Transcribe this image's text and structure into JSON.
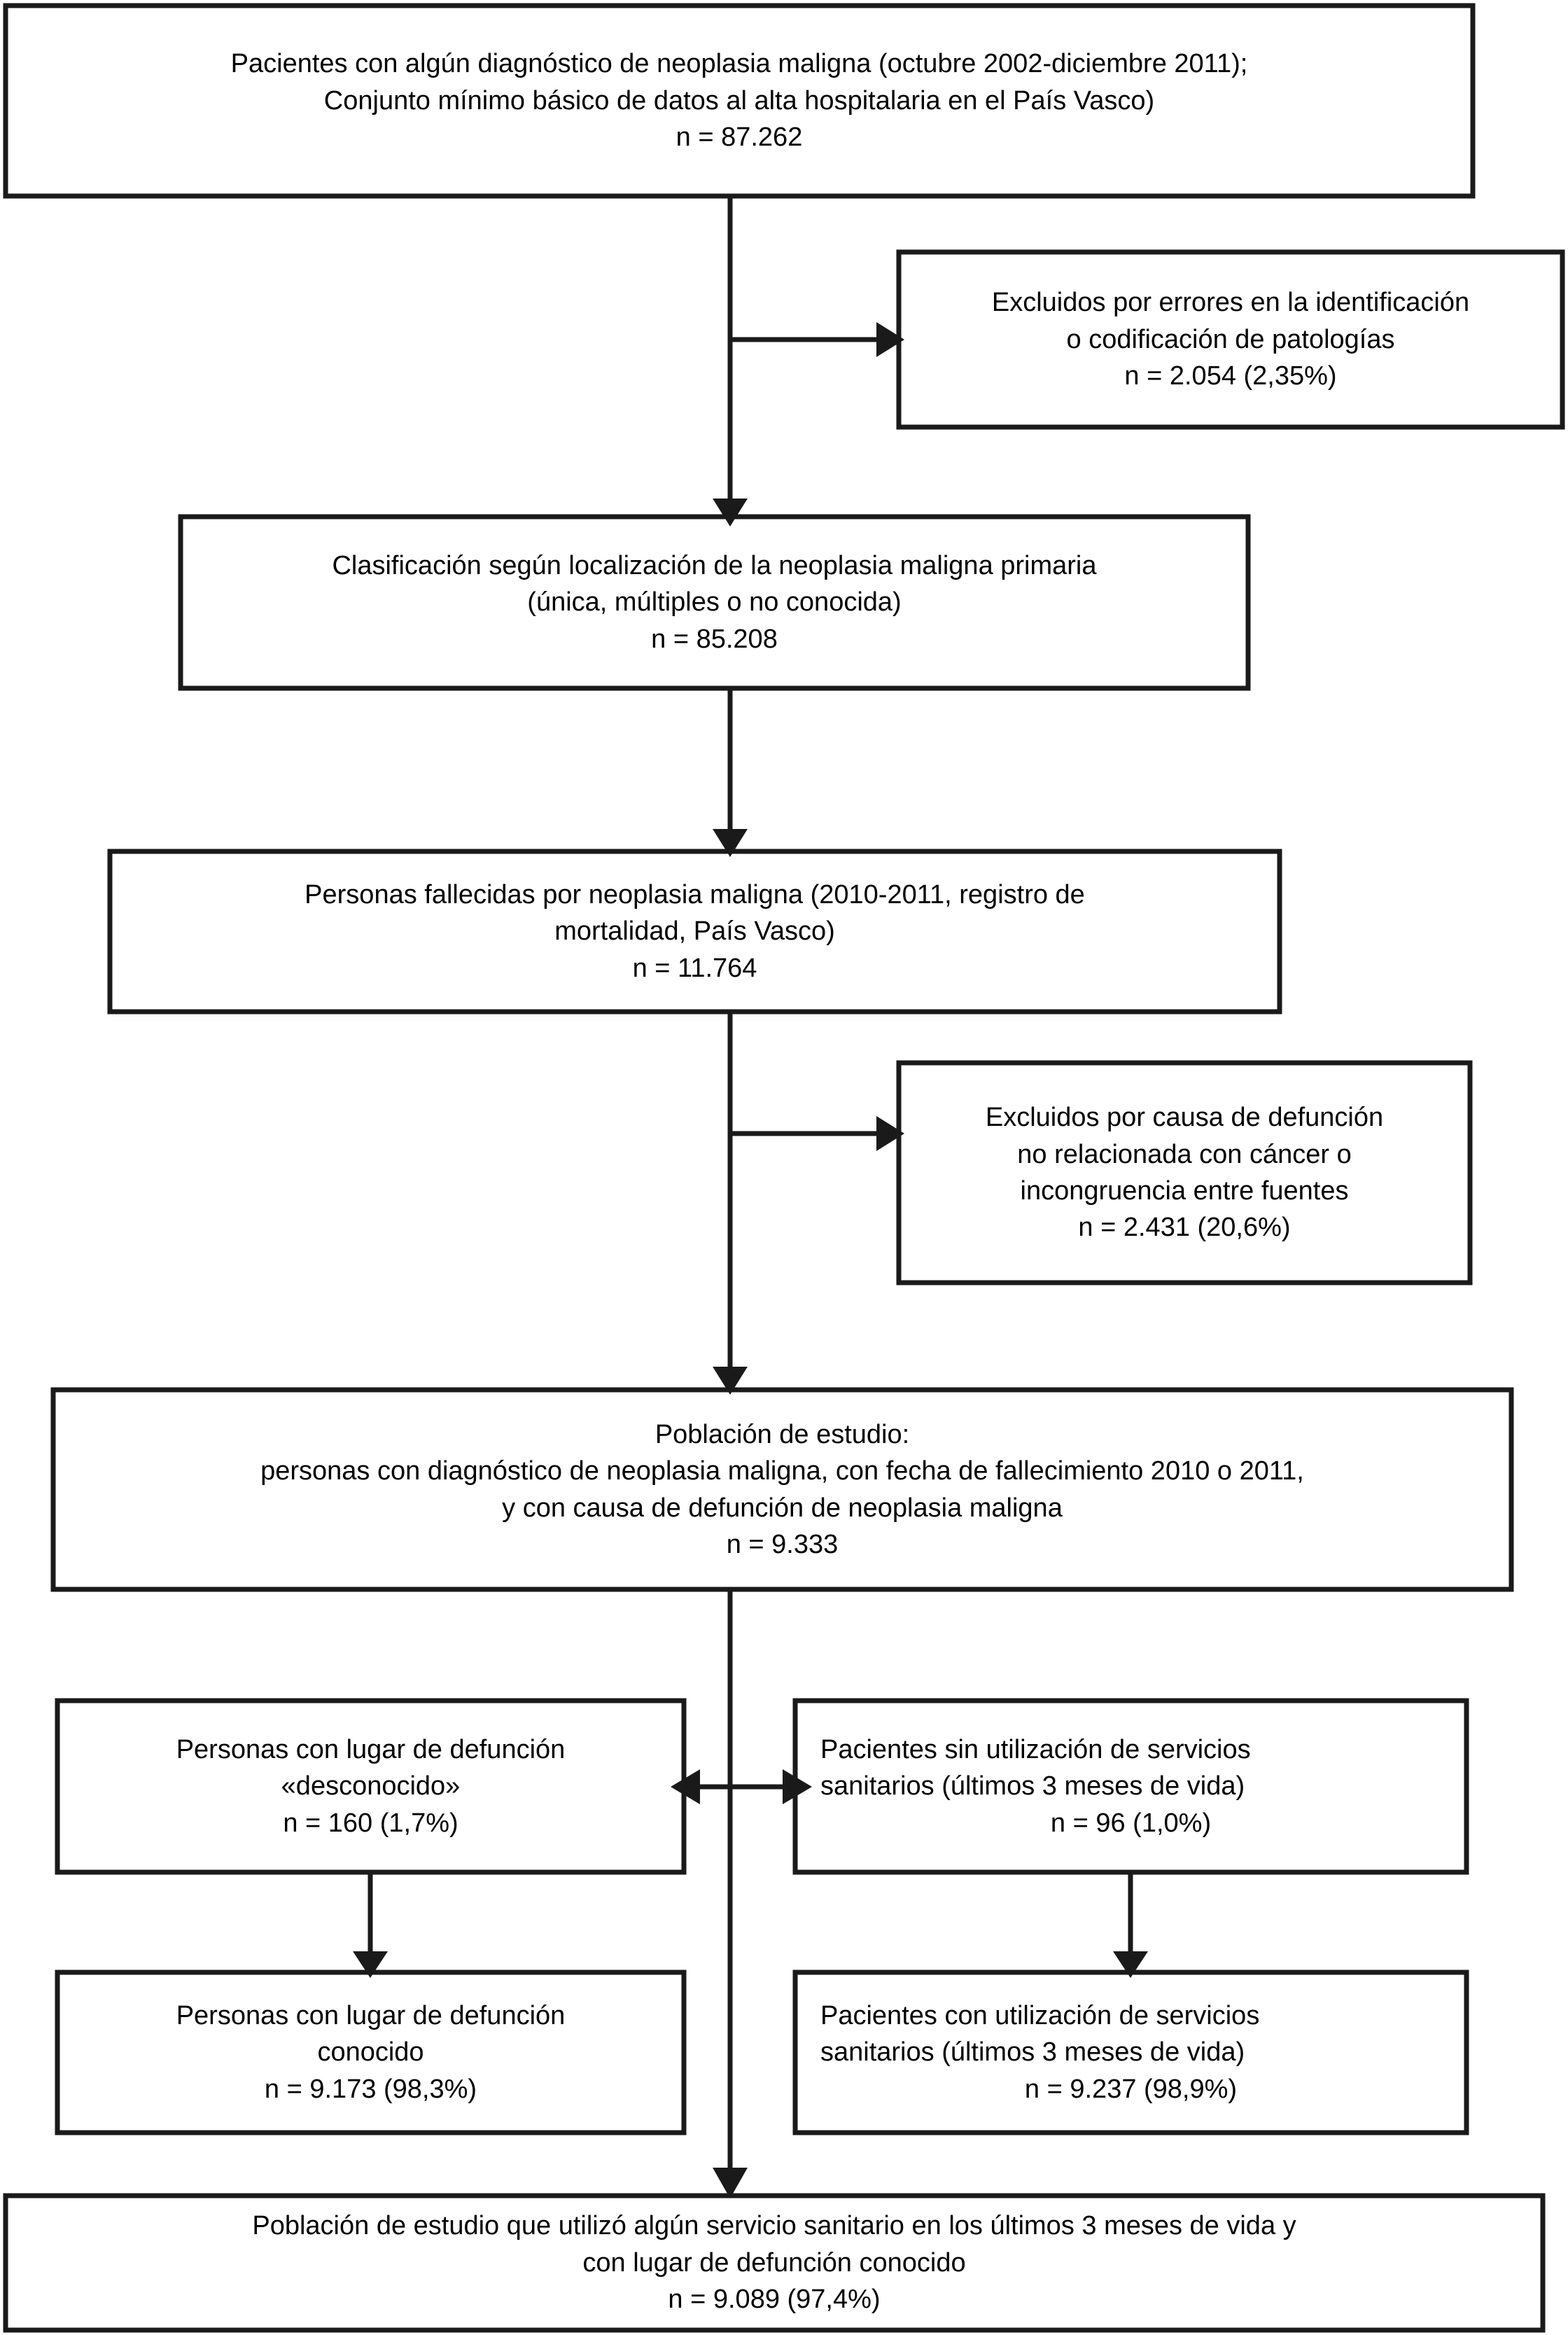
{
  "figure": {
    "type": "flowchart",
    "language": "es",
    "background_color": "#ffffff",
    "line_color": "#1a1a1a",
    "text_color": "#000000"
  },
  "boxes": {
    "b1": {
      "name": "cohorte-inicial",
      "line1": "Pacientes con algún diagnóstico de neoplasia maligna (octubre 2002-diciembre 2011);",
      "line2": "Conjunto mínimo básico de datos al alta hospitalaria en el País Vasco)",
      "line3": "n = 87.262"
    },
    "b2": {
      "name": "excluidos-errores",
      "line1": "Excluidos por errores en la identificación",
      "line2": "o codificación de patologías",
      "line3": "n = 2.054 (2,35%)"
    },
    "b3": {
      "name": "clasificacion-localizacion",
      "line1": "Clasificación según localización de la neoplasia maligna primaria",
      "line2": "(única, múltiples o no conocida)",
      "line3": "n = 85.208"
    },
    "b4": {
      "name": "personas-fallecidas",
      "line1": "Personas fallecidas por neoplasia maligna (2010-2011, registro de",
      "line2": "mortalidad, País Vasco)",
      "line3": "n = 11.764"
    },
    "b5": {
      "name": "excluidos-causa-defuncion",
      "line1": "Excluidos por causa de defunción",
      "line2": "no relacionada con cáncer o",
      "line3": "incongruencia entre fuentes",
      "line4": "n = 2.431 (20,6%)"
    },
    "b6": {
      "name": "poblacion-de-estudio",
      "line1": "Población de estudio:",
      "line2": "personas con diagnóstico de neoplasia maligna, con fecha de fallecimiento 2010 o 2011,",
      "line3": "y con causa de defunción de neoplasia maligna",
      "line4": "n = 9.333"
    },
    "b7": {
      "name": "lugar-defuncion-desconocido",
      "line1": "Personas con lugar de defunción",
      "line2": "«desconocido»",
      "line3": "n = 160 (1,7%)"
    },
    "b8": {
      "name": "sin-utilizacion-servicios",
      "line1": "Pacientes sin utilización de servicios",
      "line2": "sanitarios (últimos 3 meses de vida)",
      "line3": "n = 96 (1,0%)"
    },
    "b9": {
      "name": "lugar-defuncion-conocido",
      "line1": "Personas con lugar de defunción",
      "line2": "conocido",
      "line3": "n = 9.173 (98,3%)"
    },
    "b10": {
      "name": "con-utilizacion-servicios",
      "line1": "Pacientes con utilización de servicios",
      "line2": "sanitarios (últimos 3 meses de vida)",
      "line3": "n = 9.237 (98,9%)"
    },
    "b11": {
      "name": "poblacion-final",
      "line1": "Población de estudio que utilizó algún servicio sanitario en los últimos 3 meses de vida y",
      "line2": "con lugar de defunción conocido",
      "line3": "n = 9.089 (97,4%)"
    }
  }
}
